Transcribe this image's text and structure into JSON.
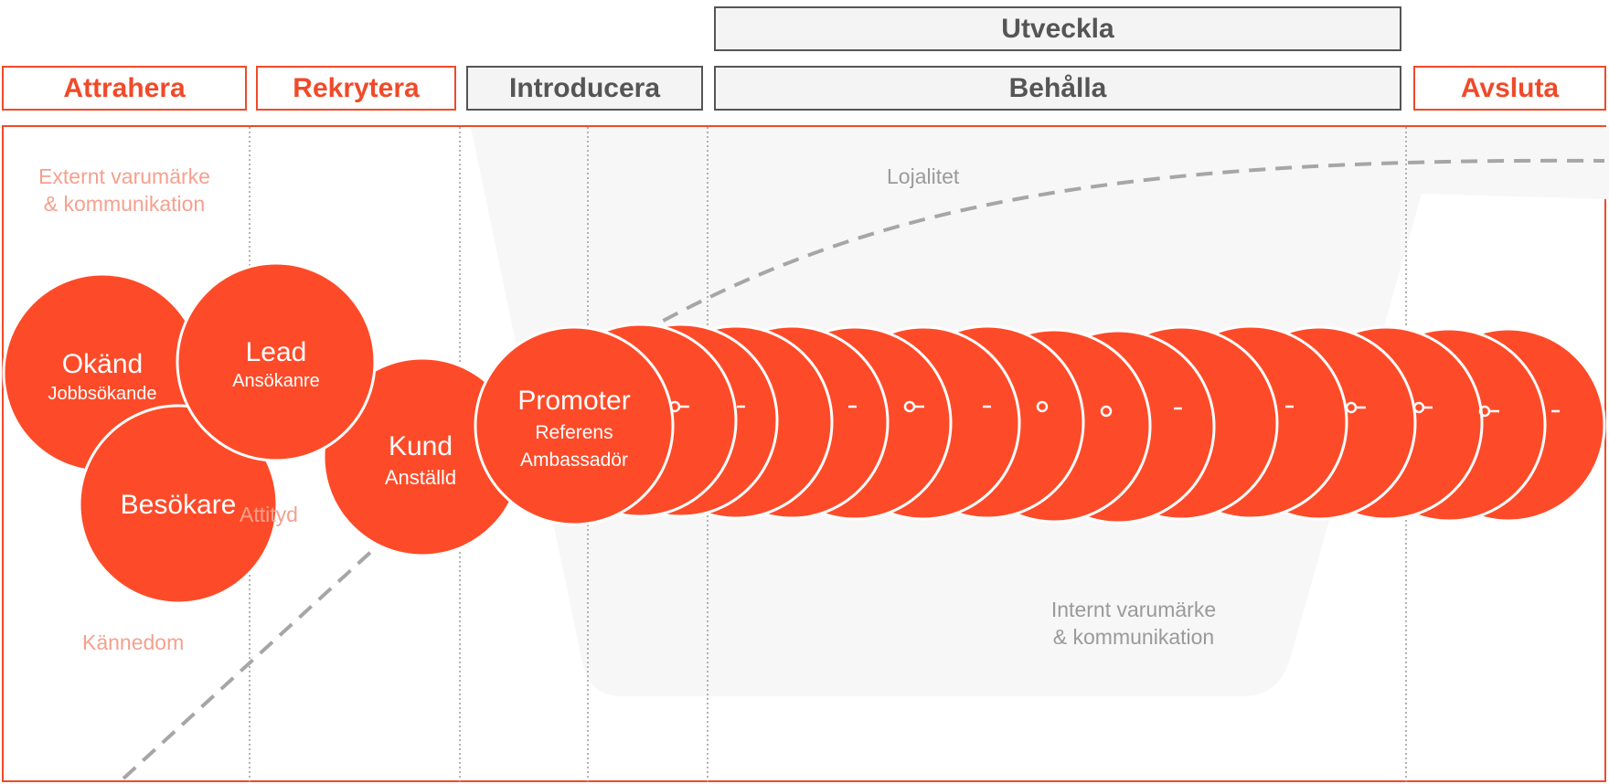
{
  "headers": {
    "attrahera": "Attrahera",
    "rekrytera": "Rekrytera",
    "introducera": "Introducera",
    "utveckla": "Utveckla",
    "behalla": "Behålla",
    "avsluta": "Avsluta"
  },
  "labels": {
    "externt_line1": "Externt varumärke",
    "externt_line2": "& kommunikation",
    "lojalitet": "Lojalitet",
    "attityd": "Attityd",
    "kannedom": "Kännedom",
    "internt_line1": "Internt varumärke",
    "internt_line2": "& kommunikation"
  },
  "circles": {
    "okand": {
      "title": "Okänd",
      "subtitle": "Jobbsökande"
    },
    "lead": {
      "title": "Lead",
      "subtitle": "Ansökanre"
    },
    "besokare": {
      "title": "Besökare"
    },
    "kund": {
      "title": "Kund",
      "subtitle": "Anställd"
    },
    "promoter": {
      "title": "Promoter",
      "subtitle1": "Referens",
      "subtitle2": "Ambassadör"
    }
  },
  "colors": {
    "accent": "#f04a2a",
    "circle_fill": "#fd4b29",
    "label_pink": "#f5a08e",
    "dark_gray": "#555555",
    "curve_gray": "#a6a6a6"
  }
}
